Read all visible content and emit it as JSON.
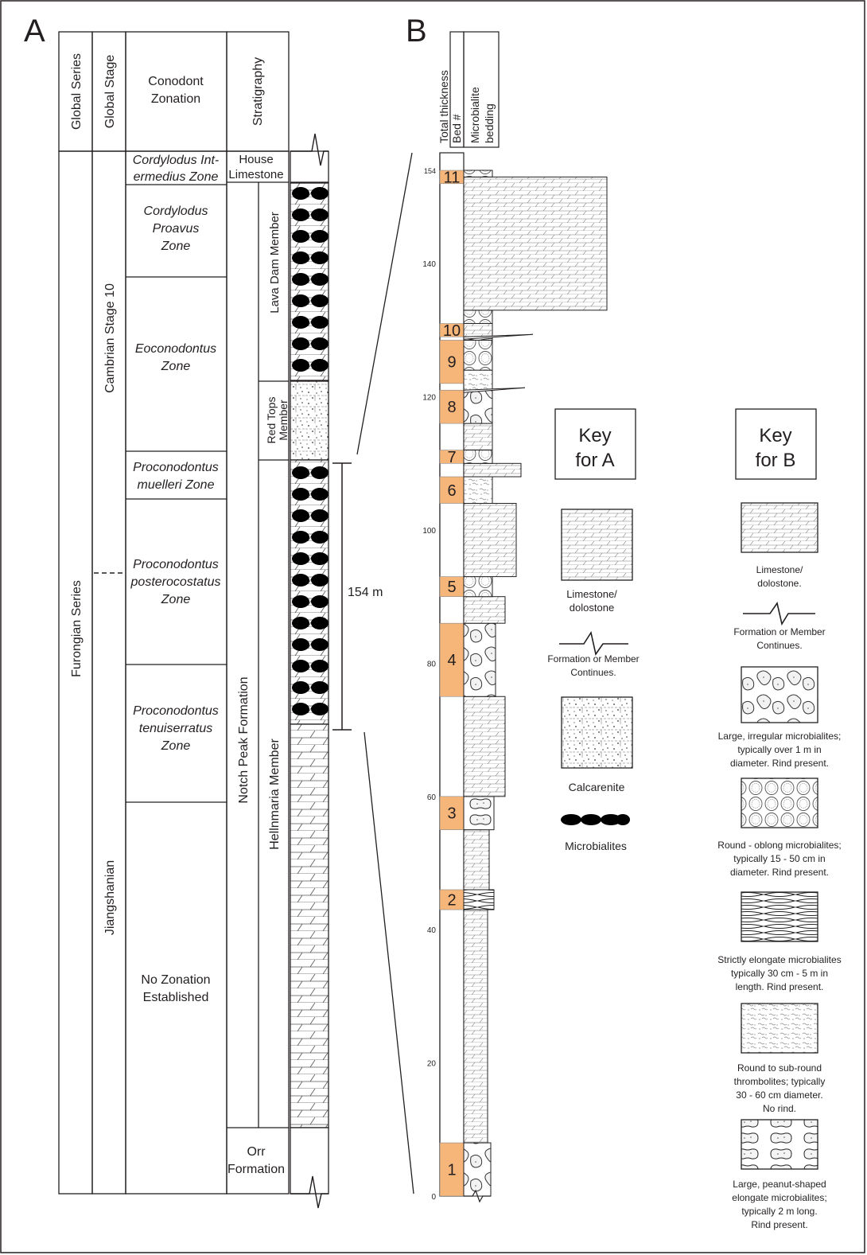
{
  "panel_a": {
    "letter": "A",
    "headers": {
      "global_series": "Global Series",
      "global_stage": "Global Stage",
      "conodont_l1": "Conodont",
      "conodont_l2": "Zonation",
      "stratigraphy": "Stratigraphy"
    },
    "series": {
      "furongian": "Furongian Series"
    },
    "stages": {
      "cambrian10": "Cambrian Stage 10",
      "jiangshanian": "Jiangshanian"
    },
    "zones": {
      "cordylodus_intermedius": [
        "Cordylodus Int-",
        "ermedius Zone"
      ],
      "cordylodus_proavus": [
        "Cordylodus",
        "Proavus",
        "Zone"
      ],
      "eoconodontus": [
        "Eoconodontus",
        "Zone"
      ],
      "proconodontus_muelleri": [
        "Proconodontus",
        "muelleri Zone"
      ],
      "proconodontus_posterocostatus": [
        "Proconodontus",
        "posterocostatus",
        "Zone"
      ],
      "proconodontus_tenuiserratus": [
        "Proconodontus",
        "tenuiserratus",
        "Zone"
      ],
      "no_zonation": [
        "No Zonation",
        "Established"
      ]
    },
    "stratigraphy": {
      "house_limestone": [
        "House",
        "Limestone"
      ],
      "notch_peak": "Notch Peak Formation",
      "lava_dam": "Lava Dam Member",
      "red_tops": [
        "Red Tops",
        "Member"
      ],
      "hellnmaria": "Hellnmaria Member",
      "orr": [
        "Orr",
        "Formation"
      ]
    },
    "measure_label": "154 m"
  },
  "panel_b": {
    "letter": "B",
    "headers": {
      "total_thickness": "Total thickness",
      "bed": "Bed #",
      "microbialite_l1": "Microbialite",
      "microbialite_l2": "bedding"
    },
    "axis": {
      "ylim": [
        0,
        154
      ],
      "ticks": [
        "0",
        "20",
        "40",
        "60",
        "80",
        "100",
        "120",
        "140",
        "154"
      ]
    },
    "beds": [
      "1",
      "2",
      "3",
      "4",
      "5",
      "6",
      "7",
      "8",
      "9",
      "10",
      "11"
    ],
    "bed_color": "#f6b679"
  },
  "key_a": {
    "title": [
      "Key",
      "for A"
    ],
    "items": {
      "limestone": [
        "Limestone/",
        "dolostone"
      ],
      "continues": [
        "Formation or Member",
        "Continues."
      ],
      "calcarenite": [
        "Calcarenite"
      ],
      "microbialites": [
        "Microbialites"
      ]
    }
  },
  "key_b": {
    "title": [
      "Key",
      "for B"
    ],
    "items": {
      "limestone": [
        "Limestone/",
        "dolostone."
      ],
      "continues": [
        "Formation or Member",
        "Continues."
      ],
      "large_irregular": [
        "Large, irregular microbialites;",
        "typically over 1 m in",
        "diameter. Rind present."
      ],
      "round_oblong": [
        "Round - oblong microbialites;",
        "typically 15 - 50 cm in",
        "diameter. Rind present."
      ],
      "elongate": [
        "Strictly elongate microbialites",
        "typically 30 cm - 5 m in",
        "length. Rind present."
      ],
      "thrombolites": [
        "Round to sub-round",
        "thrombolites; typically",
        "30 - 60 cm diameter.",
        "No rind."
      ],
      "peanut": [
        "Large, peanut-shaped",
        "elongate microbialites;",
        "typically 2 m long.",
        "Rind present."
      ]
    }
  }
}
